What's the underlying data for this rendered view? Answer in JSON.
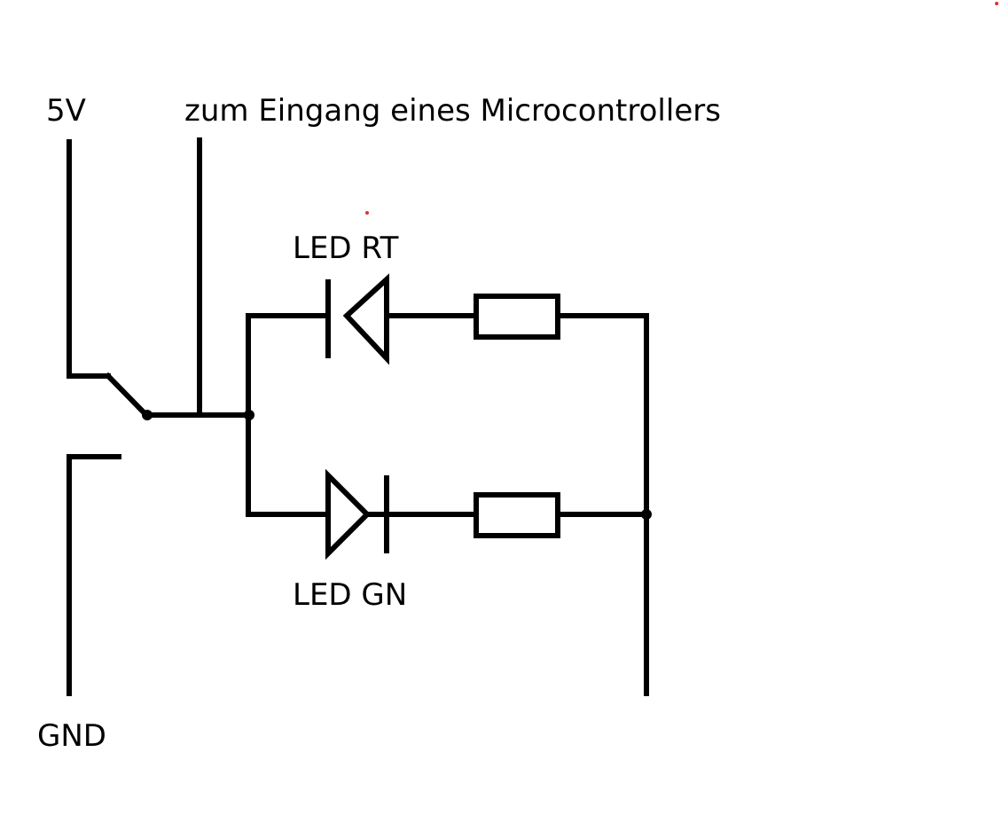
{
  "labels": {
    "supply": "5V",
    "ground": "GND",
    "mcu_input": "zum Eingang eines Microcontrollers",
    "led_red": "LED RT",
    "led_green": "LED GN"
  },
  "colors": {
    "ink": "#000000",
    "marker": "#e03030",
    "background": "#ffffff"
  }
}
